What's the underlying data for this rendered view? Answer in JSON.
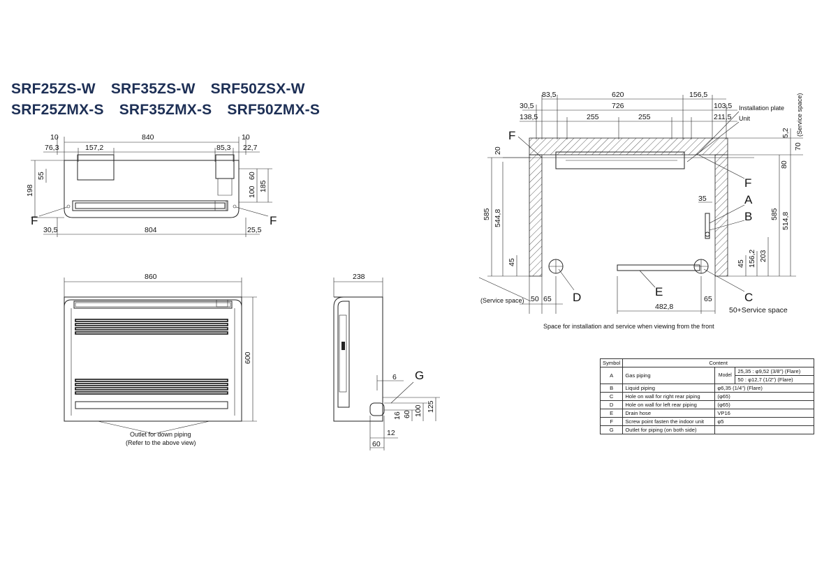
{
  "titles": {
    "line1": [
      "SRF25ZS-W",
      "SRF35ZS-W",
      "SRF50ZSX-W"
    ],
    "line2": [
      "SRF25ZMX-S",
      "SRF35ZMX-S",
      "SRF50ZMX-S"
    ]
  },
  "top_view_dims": {
    "top_10_left": "10",
    "top_840": "840",
    "top_10_right": "10",
    "d_76_3": "76,3",
    "d_157_2": "157,2",
    "d_85_3": "85,3",
    "d_22_7": "22,7",
    "d_55": "55",
    "d_198": "198",
    "d_60": "60",
    "d_100": "100",
    "d_185": "185",
    "d_30_5": "30,5",
    "d_804": "804",
    "d_25_5": "25,5",
    "f_left": "F",
    "f_right": "F"
  },
  "front_view_dims": {
    "width": "860",
    "height": "600",
    "outlet_line1": "Outlet for down piping",
    "outlet_line2": "(Refer to the above view)"
  },
  "side_view_dims": {
    "width": "238",
    "d_6": "6",
    "g": "G",
    "d_125": "125",
    "d_100": "100",
    "d_60_v": "60",
    "d_16": "16",
    "d_12": "12",
    "d_60_h": "60"
  },
  "install_dims": {
    "d_83_5": "83,5",
    "d_620": "620",
    "d_156_5": "156,5",
    "d_30_5": "30,5",
    "d_726": "726",
    "d_103_5": "103,5",
    "d_138_5": "138,5",
    "d_255a": "255",
    "d_255b": "255",
    "d_211_5": "211,5",
    "installation_plate": "Installation plate",
    "unit": "Unit",
    "service_space_top": "(Service space)",
    "d_5_2": "5,2",
    "d_70": "70",
    "d_80": "80",
    "f1": "F",
    "f2": "F",
    "d_20": "20",
    "d_585_left": "585",
    "d_544_8": "544,8",
    "d_585_right": "585",
    "d_514_8": "514,8",
    "d_35": "35",
    "a": "A",
    "b": "B",
    "d_45_left": "45",
    "d_45_right": "45",
    "d_156_2": "156,2",
    "d_203": "203",
    "service_space_left": "(Service space)",
    "d_50": "50",
    "d_65_left": "65",
    "d": "D",
    "e": "E",
    "c": "C",
    "d_482_8": "482,8",
    "d_65_right": "65",
    "service_space_right": "50+Service space",
    "caption": "Space for installation and service when viewing from the front"
  },
  "legend": {
    "header_symbol": "Symbol",
    "header_content": "Content",
    "rows": [
      {
        "sym": "A",
        "desc": "Gas piping",
        "model": "Model",
        "values": [
          "25,35 : φ9,52 (3/8\") (Flare)",
          "50 : φ12,7 (1/2\") (Flare)"
        ]
      },
      {
        "sym": "B",
        "desc": "Liquid piping",
        "value": "φ6,35 (1/4\") (Flare)"
      },
      {
        "sym": "C",
        "desc": "Hole on wall for right rear piping",
        "value": "(φ65)"
      },
      {
        "sym": "D",
        "desc": "Hole on wall for left rear piping",
        "value": "(φ65)"
      },
      {
        "sym": "E",
        "desc": "Drain hose",
        "value": "VP16"
      },
      {
        "sym": "F",
        "desc": "Screw point fasten the indoor unit",
        "value": "φ5"
      },
      {
        "sym": "G",
        "desc": "Outlet for piping (on both side)",
        "value": ""
      }
    ]
  }
}
